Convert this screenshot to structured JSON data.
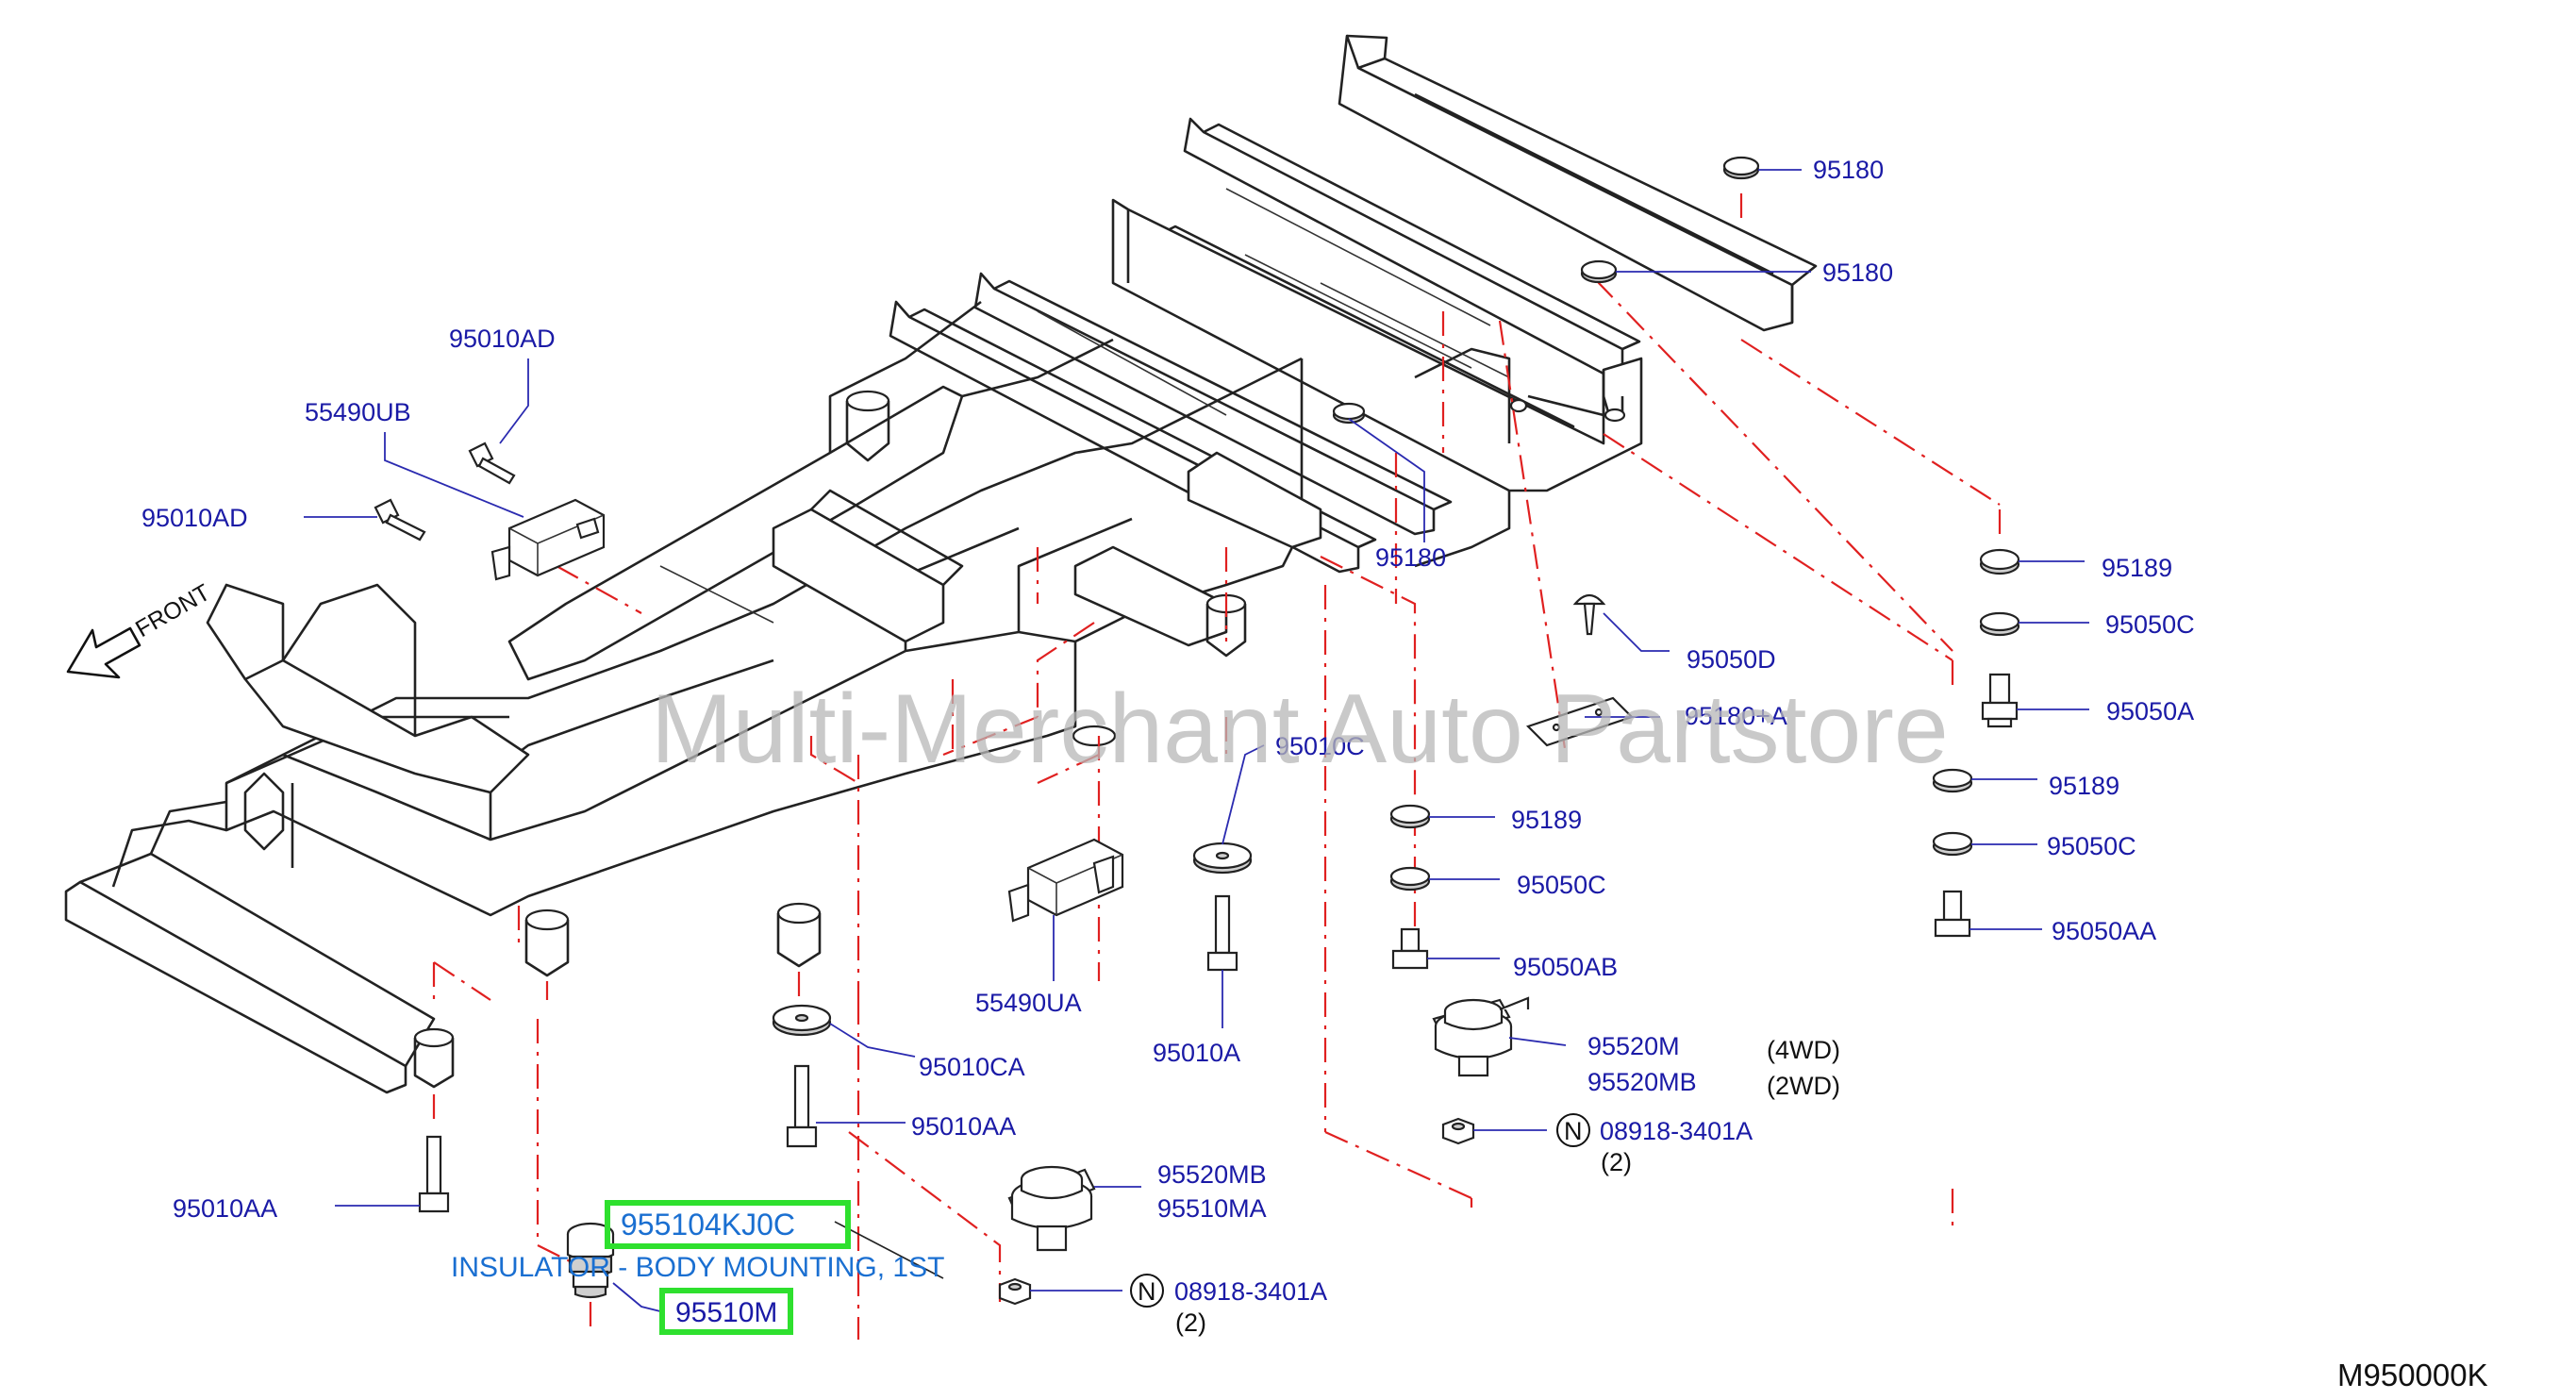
{
  "watermark": "Multi-Merchant Auto Partstore",
  "front_label": "FRONT",
  "drawing_code": "M950000K",
  "highlighted": {
    "part_number": "955104KJ0C",
    "description": "INSULATOR - BODY MOUNTING, 1ST",
    "ref_code": "95510M"
  },
  "labels": {
    "p95180_a": "95180",
    "p95180_b": "95180",
    "p95180_c": "95180",
    "p95010AD_a": "95010AD",
    "p95010AD_b": "95010AD",
    "p55490UB": "55490UB",
    "p95189_a": "95189",
    "p95050C_a": "95050C",
    "p95050A": "95050A",
    "p95050D": "95050D",
    "p95180A": "95180+A",
    "p95189_b": "95189",
    "p95050C_b": "95050C",
    "p95050AA": "95050AA",
    "p95010C": "95010C",
    "p95189_c": "95189",
    "p95050C_c": "95050C",
    "p95050AB": "95050AB",
    "p55490UA": "55490UA",
    "p95010A": "95010A",
    "p95010CA": "95010CA",
    "p95010AA_a": "95010AA",
    "p95010AA_b": "95010AA",
    "p95520M": "95520M",
    "p95520MB_a": "95520MB",
    "p95520MB_b": "95520MB",
    "p95510MA": "95510MA",
    "note_4wd": "(4WD)",
    "note_2wd": "(2WD)",
    "nut_a": "08918-3401A",
    "nut_a_qty": "(2)",
    "nut_b": "08918-3401A",
    "nut_b_qty": "(2)",
    "n_symbol": "N"
  }
}
